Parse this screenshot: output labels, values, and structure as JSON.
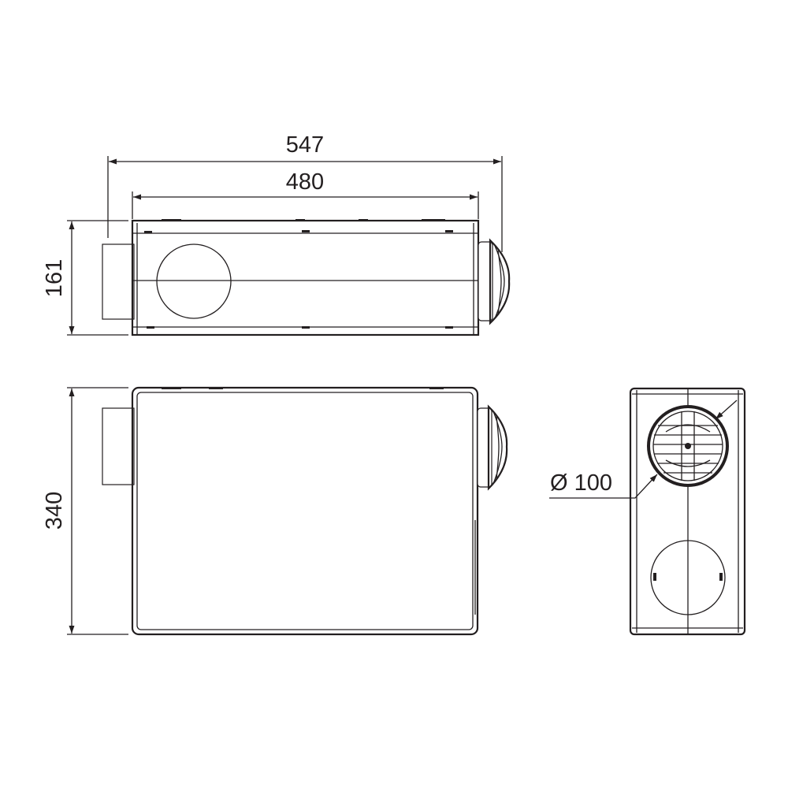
{
  "drawing": {
    "dimensions": {
      "overall_length": "547",
      "body_length": "480",
      "height": "161",
      "depth": "340",
      "duct_diameter": "Ø 100"
    },
    "line_color": "#231f20"
  }
}
